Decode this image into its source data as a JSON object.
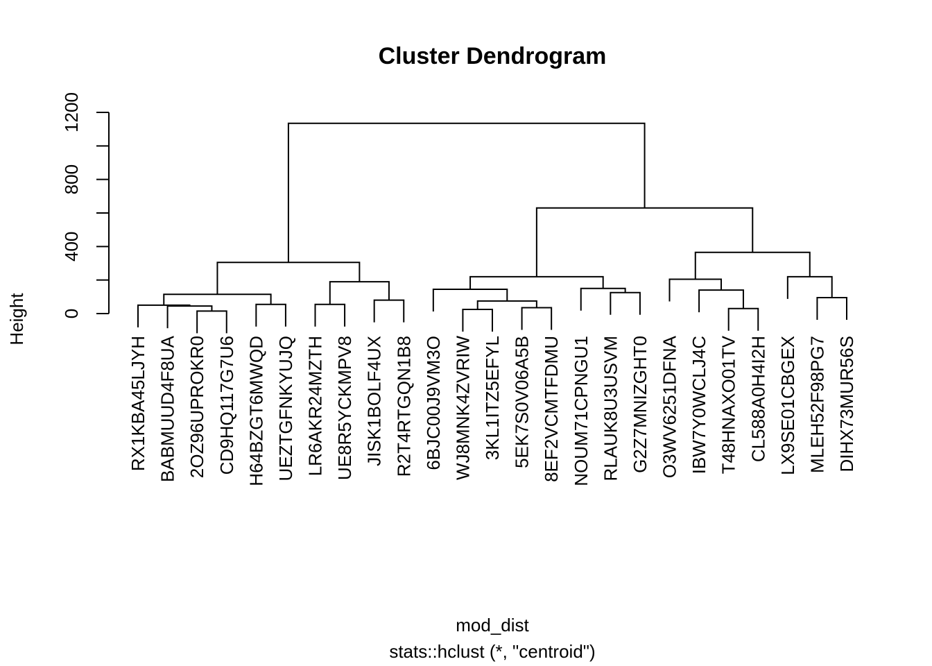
{
  "chart_data": {
    "type": "dendrogram",
    "title": "Cluster Dendrogram",
    "ylabel": "Height",
    "xlabel": "mod_dist",
    "subtitle": "stats::hclust (*, \"centroid\")",
    "ylim": [
      0,
      1200
    ],
    "yticks": [
      0,
      200,
      400,
      600,
      800,
      1000,
      1200
    ],
    "ytick_labels": [
      "0",
      "400",
      "800",
      "1200"
    ],
    "labels": [
      "RX1KBA45LJYH",
      "BABMUUD4F8UA",
      "2OZ96UPROKR0",
      "CD9HQ117G7U6",
      "H64BZGT6MWQD",
      "UEZTGFNKYUJQ",
      "LR6AKR24MZTH",
      "UE8R5YCKMPV8",
      "JISK1BOLF4UX",
      "R2T4RTGQN1B8",
      "6BJC00J9VM3O",
      "WJ8MNK4ZVRIW",
      "3KL1ITZ5EFYL",
      "5EK7S0V06A5B",
      "8EF2VCMTFDMU",
      "NOUM71CPNGU1",
      "RLAUK8U3USVM",
      "G2Z7MNIZGHT0",
      "O3WV6251DFNA",
      "IBW7Y0WCLJ4C",
      "T48HNAXO01TV",
      "CL588A0H4I2H",
      "LX9SE01CBGEX",
      "MLEH52F98PG7",
      "DIHX73MUR56S"
    ],
    "merges": [
      {
        "left": "L2",
        "right": "L3",
        "height": 15
      },
      {
        "left": "L1",
        "right": "C1",
        "height": 45
      },
      {
        "left": "L0",
        "right": "C2",
        "height": 50
      },
      {
        "left": "L4",
        "right": "L5",
        "height": 55
      },
      {
        "left": "C3",
        "right": "C4",
        "height": 115
      },
      {
        "left": "L6",
        "right": "L7",
        "height": 55
      },
      {
        "left": "L8",
        "right": "L9",
        "height": 80
      },
      {
        "left": "C6",
        "right": "C7",
        "height": 190
      },
      {
        "left": "C5",
        "right": "C8",
        "height": 305
      },
      {
        "left": "L11",
        "right": "L12",
        "height": 25
      },
      {
        "left": "L13",
        "right": "L14",
        "height": 35
      },
      {
        "left": "C10",
        "right": "C11",
        "height": 75
      },
      {
        "left": "L10",
        "right": "C12",
        "height": 145
      },
      {
        "left": "L16",
        "right": "L17",
        "height": 125
      },
      {
        "left": "L15",
        "right": "C14",
        "height": 150
      },
      {
        "left": "C13",
        "right": "C15",
        "height": 220
      },
      {
        "left": "L20",
        "right": "L21",
        "height": 30
      },
      {
        "left": "L19",
        "right": "C17",
        "height": 140
      },
      {
        "left": "L18",
        "right": "C18",
        "height": 205
      },
      {
        "left": "L23",
        "right": "L24",
        "height": 95
      },
      {
        "left": "L22",
        "right": "C20",
        "height": 220
      },
      {
        "left": "C19",
        "right": "C21",
        "height": 365
      },
      {
        "left": "C16",
        "right": "C22",
        "height": 630
      },
      {
        "left": "C9",
        "right": "C23",
        "height": 1135
      }
    ]
  }
}
